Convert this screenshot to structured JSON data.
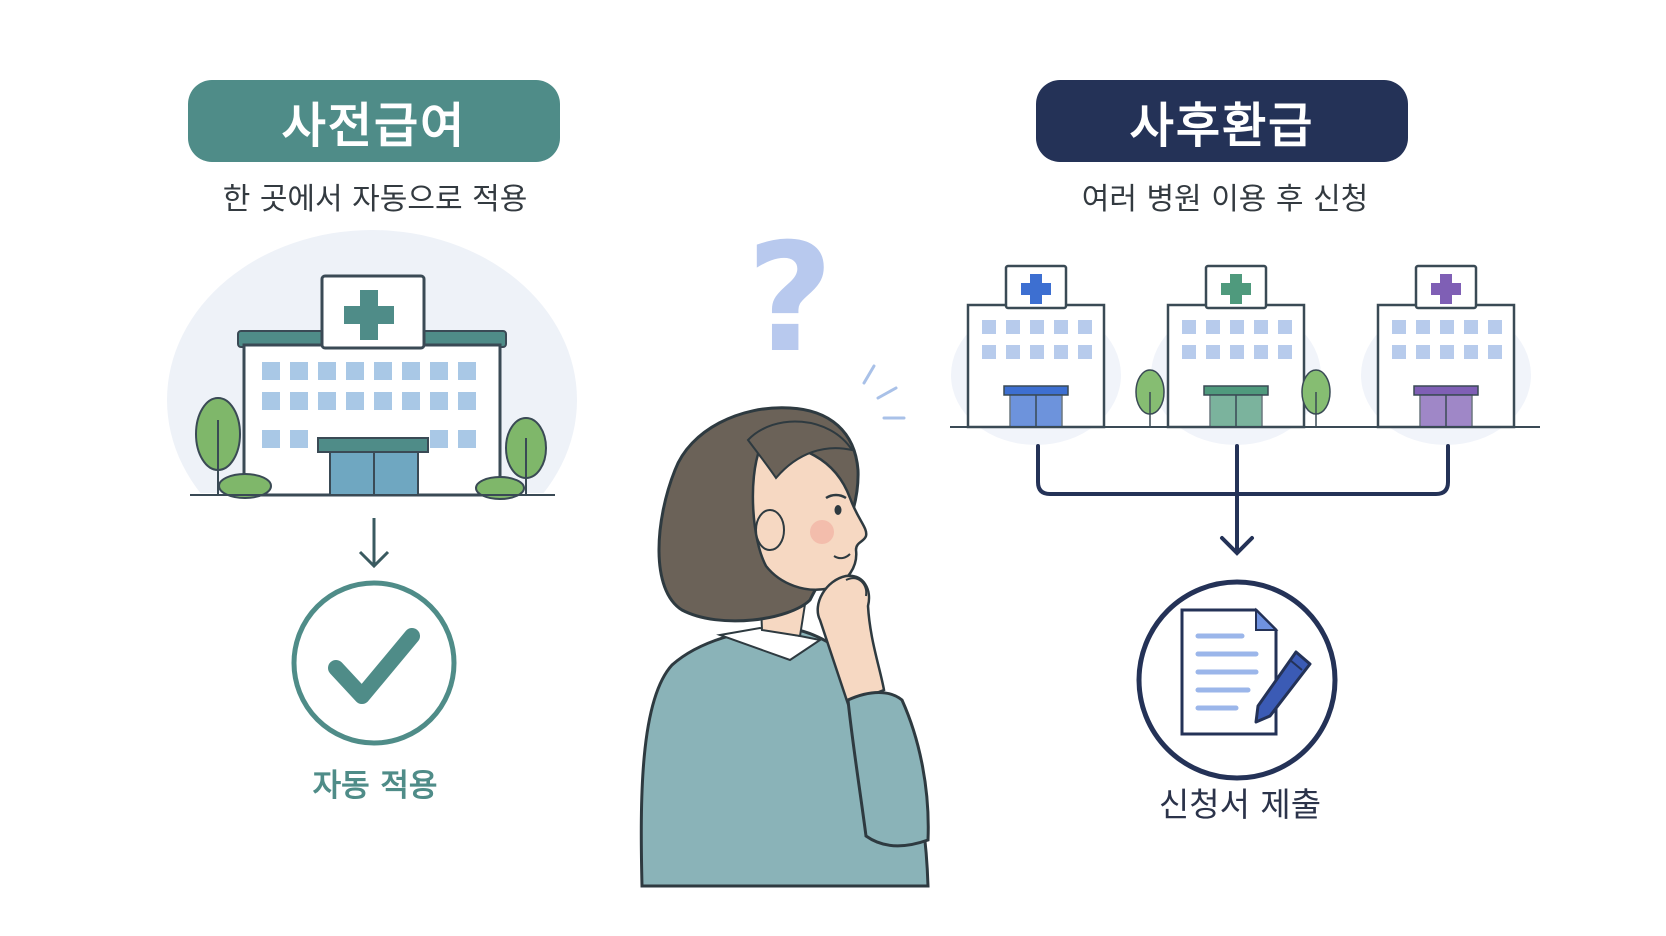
{
  "left": {
    "title": "사전급여",
    "subtitle": "한 곳에서 자동으로 적용",
    "result_label": "자동 적용",
    "accent": "#4f8c88"
  },
  "right": {
    "title": "사후환급",
    "subtitle": "여러 병원 이용 후 신청",
    "result_label": "신청서 제출",
    "accent": "#243257",
    "hospital_cross_colors": [
      "#3d6fd1",
      "#4f9a7d",
      "#7f5fb5"
    ]
  },
  "center": {
    "question_mark": "?",
    "question_color": "#b8c9ee"
  }
}
